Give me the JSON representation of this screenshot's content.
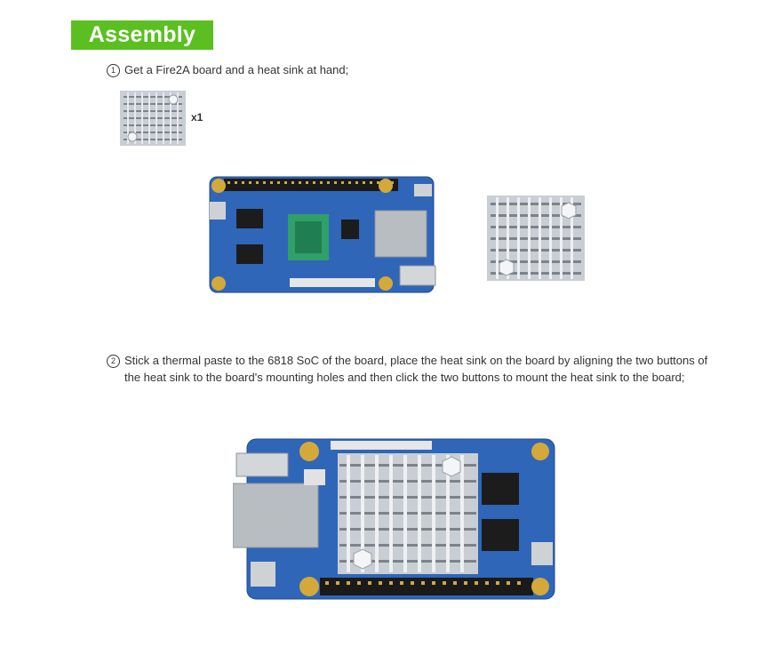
{
  "section": {
    "title": "Assembly"
  },
  "steps": [
    {
      "number": "1",
      "text": "Get a Fire2A board and a heat sink at hand;"
    },
    {
      "number": "2",
      "line1": "Stick a thermal paste to the 6818 SoC of the board, place the heat sink on the board by aligning the two buttons of",
      "line2": "the heat sink to the board's mounting holes and then click the two buttons to mount the heat sink to the board;"
    }
  ],
  "quantity": "x1",
  "colors": {
    "accent": "#5bbf21",
    "pcb": "#2f66b8",
    "gold": "#d4a93a",
    "aluminium": "#c9ced4"
  }
}
